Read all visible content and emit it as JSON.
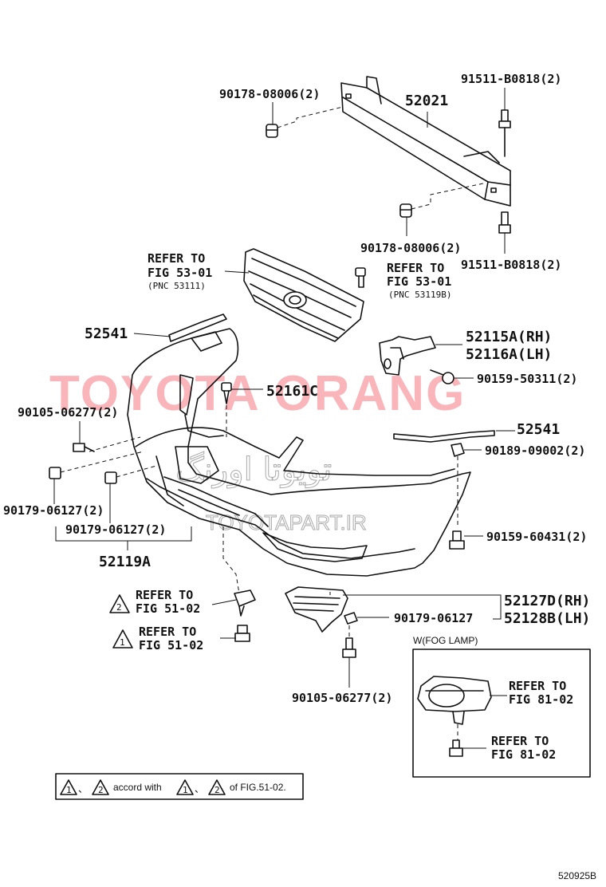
{
  "labels": {
    "p_90178_top": "90178-08006(2)",
    "p_52021": "52021",
    "p_91511_top": "91511-B0818(2)",
    "p_90178_bot": "90178-08006(2)",
    "p_91511_bot": "91511-B0818(2)",
    "grille_ref_1": "REFER TO",
    "grille_ref_2": "FIG 53-01",
    "grille_ref_3": "(PNC 53111)",
    "clip_ref_1": "REFER TO",
    "clip_ref_2": "FIG 53-01",
    "clip_ref_3": "(PNC 53119B)",
    "p_52541_left": "52541",
    "p_52115A": "52115A(RH)",
    "p_52116A": "52116A(LH)",
    "p_90159_50311": "90159-50311(2)",
    "p_52161C": "52161C",
    "p_90105_left": "90105-06277(2)",
    "p_52541_right": "52541",
    "p_90189": "90189-09002(2)",
    "p_90179_a": "90179-06127(2)",
    "p_90179_b": "90179-06127(2)",
    "p_90159_60431": "90159-60431(2)",
    "p_52119A": "52119A",
    "ref2_1": "REFER TO",
    "ref2_2": "FIG 51-02",
    "ref1_1": "REFER TO",
    "ref1_2": "FIG 51-02",
    "p_52127D": "52127D(RH)",
    "p_52128B": "52128B(LH)",
    "p_90179_single": "90179-06127",
    "fog_title": "W(FOG LAMP)",
    "fog_ref_a1": "REFER TO",
    "fog_ref_a2": "FIG 81-02",
    "fog_ref_b1": "REFER TO",
    "fog_ref_b2": "FIG 81-02",
    "p_90105_bot": "90105-06277(2)"
  },
  "note": {
    "n1": "1",
    "n2": "2",
    "sep": "、",
    "text": "accord with",
    "n3": "1",
    "n4": "2",
    "of": "of FIG.51-02."
  },
  "triangles": {
    "t_ref2": "2",
    "t_ref1": "1"
  },
  "watermark": {
    "main": "TOYOTA ORANG",
    "arabic": "تویوتا اورنگ",
    "url": "TOYOTAPART.IR"
  },
  "figure_code": "520925B"
}
